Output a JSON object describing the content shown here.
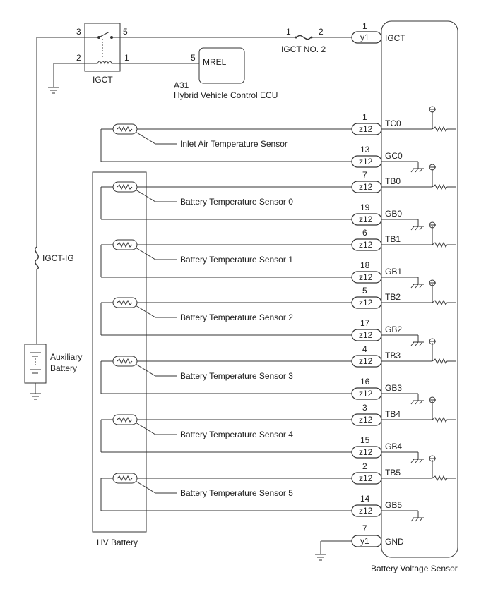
{
  "relay": {
    "label": "IGCT",
    "pin_coil_in": "3",
    "pin_coil_out": "5",
    "pin_sw_in": "2",
    "pin_sw_out": "1"
  },
  "ecu": {
    "terminal": "MREL",
    "pin": "5",
    "code": "A31",
    "name": "Hybrid Vehicle Control ECU"
  },
  "fuse_igct2": {
    "label": "IGCT NO. 2",
    "pin_left": "1",
    "pin_right": "2"
  },
  "fuse_igctig": {
    "label": "IGCT-IG"
  },
  "aux_battery": {
    "line1": "Auxiliary",
    "line2": "Battery"
  },
  "hv_battery": {
    "label": "HV Battery"
  },
  "sensor_box": {
    "label": "Battery Voltage Sensor"
  },
  "igct_row": {
    "connector": "y1",
    "pin": "1",
    "terminal": "IGCT"
  },
  "gnd_row": {
    "connector": "y1",
    "pin": "7",
    "terminal": "GND"
  },
  "sensor_pairs": [
    {
      "sensor": "Inlet Air Temperature Sensor",
      "t_pin": "1",
      "t_term": "TC0",
      "g_pin": "13",
      "g_term": "GC0",
      "conn": "z12"
    },
    {
      "sensor": "Battery Temperature Sensor 0",
      "t_pin": "7",
      "t_term": "TB0",
      "g_pin": "19",
      "g_term": "GB0",
      "conn": "z12"
    },
    {
      "sensor": "Battery Temperature Sensor 1",
      "t_pin": "6",
      "t_term": "TB1",
      "g_pin": "18",
      "g_term": "GB1",
      "conn": "z12"
    },
    {
      "sensor": "Battery Temperature Sensor 2",
      "t_pin": "5",
      "t_term": "TB2",
      "g_pin": "17",
      "g_term": "GB2",
      "conn": "z12"
    },
    {
      "sensor": "Battery Temperature Sensor 3",
      "t_pin": "4",
      "t_term": "TB3",
      "g_pin": "16",
      "g_term": "GB3",
      "conn": "z12"
    },
    {
      "sensor": "Battery Temperature Sensor 4",
      "t_pin": "3",
      "t_term": "TB4",
      "g_pin": "15",
      "g_term": "GB4",
      "conn": "z12"
    },
    {
      "sensor": "Battery Temperature Sensor 5",
      "t_pin": "2",
      "t_term": "TB5",
      "g_pin": "14",
      "g_term": "GB5",
      "conn": "z12"
    }
  ]
}
